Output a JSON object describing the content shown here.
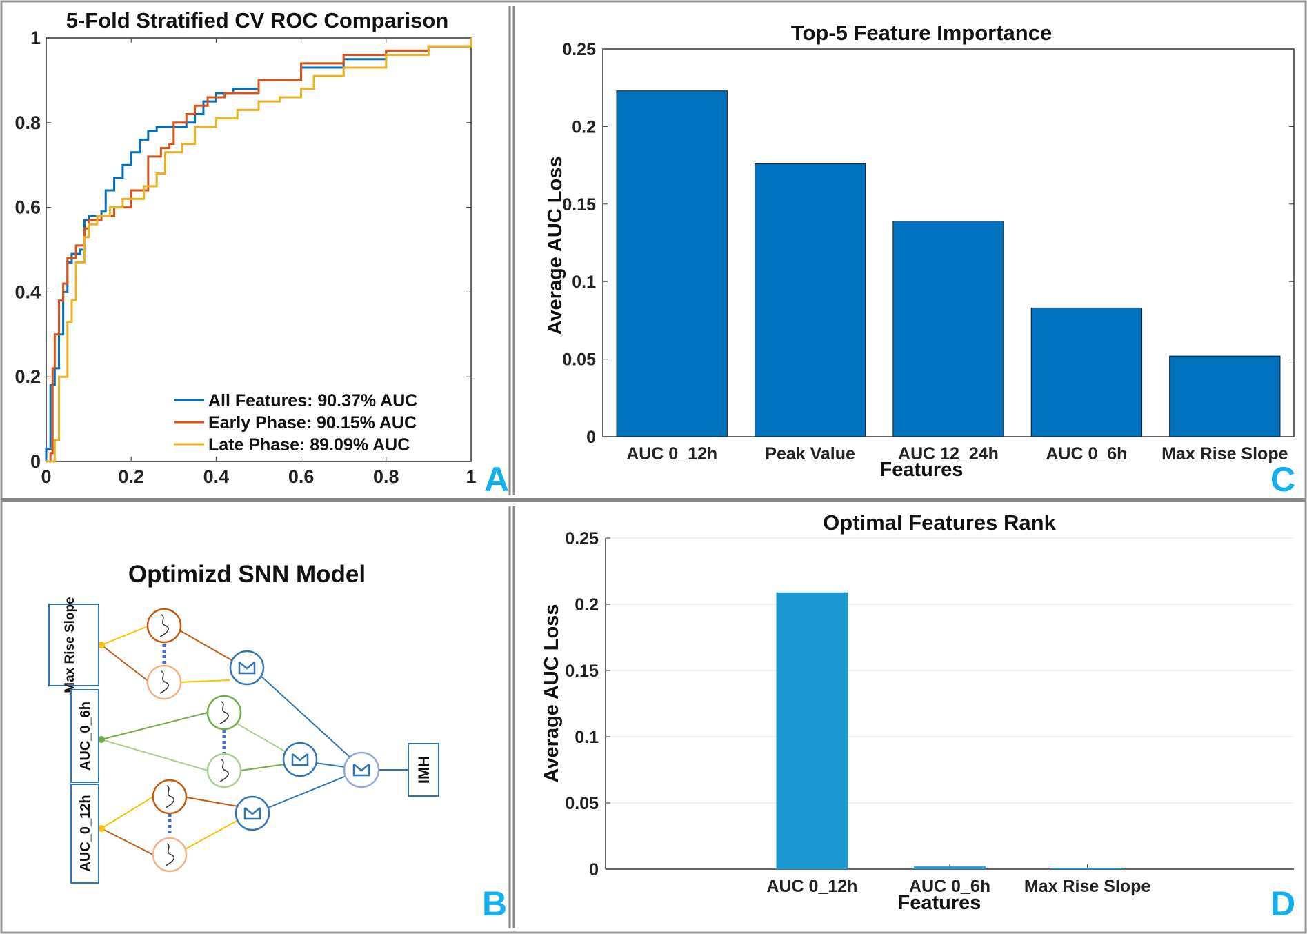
{
  "panels": {
    "A": {
      "letter": "A"
    },
    "B": {
      "letter": "B"
    },
    "C": {
      "letter": "C"
    },
    "D": {
      "letter": "D"
    }
  },
  "colors": {
    "letter": "#12b0ef",
    "frame": "#999999",
    "bar_c": "#0072bd",
    "bar_d": "#1b98cf",
    "series_all": "#0072bd",
    "series_early": "#d95319",
    "series_late": "#edb120",
    "snn_orange": "#c55a11",
    "snn_light_orange": "#f4b183",
    "snn_green": "#70ad47",
    "snn_light_green": "#a9d18e",
    "snn_blue": "#2e75b6",
    "snn_light_blue": "#8faadc",
    "snn_yellow": "#ffc000"
  },
  "snn": {
    "title": "Optimizd SNN Model",
    "inputs": [
      "Max Rise Slope",
      "AUC_0_6h",
      "AUC_0_12h"
    ],
    "output": "IMH",
    "icons": [
      "gaussian-neuron-icon",
      "summation-icon"
    ]
  },
  "chart_data": [
    {
      "panel": "A",
      "type": "line",
      "title": "5-Fold Stratified CV ROC Comparison",
      "xlabel": "",
      "ylabel": "",
      "xlim": [
        0,
        1
      ],
      "ylim": [
        0,
        1
      ],
      "xticks": [
        "0",
        "0.2",
        "0.4",
        "0.6",
        "0.8",
        "1"
      ],
      "yticks": [
        "0",
        "0.2",
        "0.4",
        "0.6",
        "0.8",
        "1"
      ],
      "grid": false,
      "legend_position": "bottom-right",
      "series": [
        {
          "name": "All Features: 90.37% AUC",
          "color": "#0072bd",
          "x": [
            0,
            0,
            0.01,
            0.02,
            0.03,
            0.04,
            0.05,
            0.06,
            0.08,
            0.09,
            0.1,
            0.13,
            0.14,
            0.16,
            0.18,
            0.2,
            0.22,
            0.24,
            0.26,
            0.3,
            0.33,
            0.35,
            0.37,
            0.4,
            0.44,
            0.5,
            0.6,
            0.7,
            0.8,
            0.9,
            1
          ],
          "y": [
            0,
            0.03,
            0.18,
            0.22,
            0.3,
            0.4,
            0.47,
            0.49,
            0.5,
            0.57,
            0.58,
            0.59,
            0.64,
            0.67,
            0.7,
            0.73,
            0.76,
            0.78,
            0.79,
            0.79,
            0.8,
            0.82,
            0.85,
            0.87,
            0.88,
            0.9,
            0.93,
            0.95,
            0.97,
            0.98,
            1
          ]
        },
        {
          "name": "Early Phase: 90.15% AUC",
          "color": "#d95319",
          "x": [
            0,
            0.01,
            0.015,
            0.02,
            0.03,
            0.04,
            0.05,
            0.07,
            0.09,
            0.1,
            0.13,
            0.16,
            0.2,
            0.24,
            0.27,
            0.29,
            0.3,
            0.33,
            0.35,
            0.38,
            0.42,
            0.5,
            0.6,
            0.7,
            0.8,
            0.9,
            1
          ],
          "y": [
            0,
            0.02,
            0.22,
            0.3,
            0.38,
            0.42,
            0.48,
            0.51,
            0.55,
            0.57,
            0.58,
            0.6,
            0.64,
            0.72,
            0.74,
            0.75,
            0.8,
            0.82,
            0.84,
            0.86,
            0.87,
            0.9,
            0.94,
            0.96,
            0.97,
            0.98,
            1
          ]
        },
        {
          "name": "Late Phase: 89.09% AUC",
          "color": "#edb120",
          "x": [
            0,
            0.02,
            0.03,
            0.05,
            0.06,
            0.07,
            0.09,
            0.1,
            0.12,
            0.15,
            0.18,
            0.23,
            0.26,
            0.28,
            0.32,
            0.35,
            0.4,
            0.45,
            0.5,
            0.55,
            0.6,
            0.63,
            0.7,
            0.8,
            0.9,
            1
          ],
          "y": [
            0,
            0.05,
            0.2,
            0.33,
            0.38,
            0.47,
            0.53,
            0.56,
            0.58,
            0.6,
            0.62,
            0.65,
            0.68,
            0.73,
            0.75,
            0.79,
            0.81,
            0.83,
            0.85,
            0.86,
            0.88,
            0.91,
            0.93,
            0.96,
            0.98,
            1
          ]
        }
      ]
    },
    {
      "panel": "C",
      "type": "bar",
      "title": "Top-5 Feature Importance",
      "xlabel": "Features",
      "ylabel": "Average AUC Loss",
      "categories": [
        "AUC 0_12h",
        "Peak Value",
        "AUC 12_24h",
        "AUC 0_6h",
        "Max Rise Slope"
      ],
      "values": [
        0.223,
        0.176,
        0.139,
        0.083,
        0.052
      ],
      "ylim": [
        0,
        0.25
      ],
      "yticks": [
        "0",
        "0.05",
        "0.1",
        "0.15",
        "0.2",
        "0.25"
      ],
      "grid": false
    },
    {
      "panel": "D",
      "type": "bar",
      "title": "Optimal Features Rank",
      "xlabel": "Features",
      "ylabel": "Average AUC Loss",
      "categories": [
        "AUC 0_12h",
        "AUC 0_6h",
        "Max Rise Slope"
      ],
      "values": [
        0.209,
        0.002,
        0.001
      ],
      "ylim": [
        0,
        0.25
      ],
      "yticks": [
        "0",
        "0.05",
        "0.1",
        "0.15",
        "0.2",
        "0.25"
      ],
      "grid": true
    }
  ]
}
